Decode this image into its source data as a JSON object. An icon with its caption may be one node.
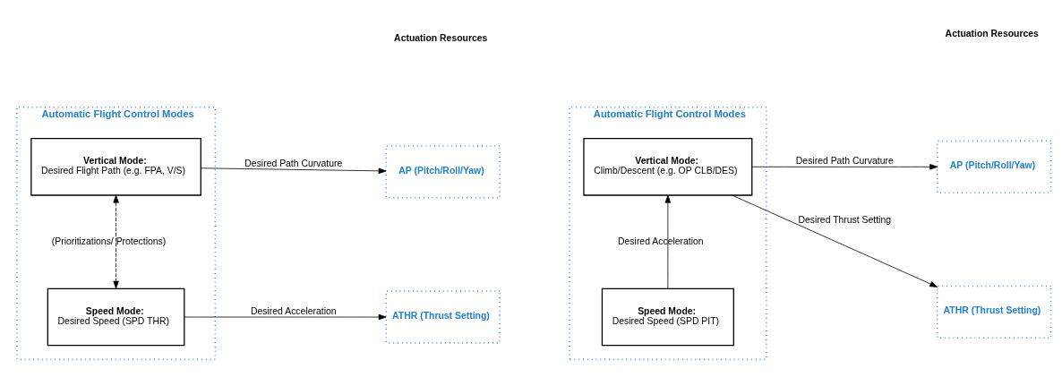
{
  "diagram": {
    "nodes": [
      {
        "text": [
          "Automatic Flight Control Modes"
        ]
      },
      {
        "text": [
          "Vertical Mode:",
          "Desired Flight Path (e.g. FPA, V/S)"
        ],
        "in": 0
      },
      {
        "text": [
          "Speed Mode:",
          "Desired Speed (SPD THR)"
        ],
        "in": 0
      },
      {
        "text": [
          "AP (Pitch/Roll/Yaw)"
        ]
      },
      {
        "text": [
          "ATHR (Thrust Setting)"
        ]
      },
      {
        "text": [
          "Automatic Flight Control Modes"
        ]
      },
      {
        "text": [
          "Vertical Mode:",
          "Climb/Descent (e.g. OP CLB/DES)"
        ],
        "in": 5
      },
      {
        "text": [
          "Speed Mode:",
          "Desired Speed (SPD PIT)"
        ],
        "in": 5
      },
      {
        "text": [
          "AP (Pitch/Roll/Yaw)"
        ]
      },
      {
        "text": [
          "ATHR (Thrust Setting)"
        ]
      }
    ],
    "edges": [
      {
        "from": 1,
        "to": 3,
        "arrow": "to",
        "label": "Desired Path Curvature"
      },
      {
        "from": 1,
        "to": 2,
        "arrow": "both",
        "style": "dashed",
        "label": "(Prioritizations/ Protections)"
      },
      {
        "from": 2,
        "to": 4,
        "arrow": "to",
        "label": "Desired Acceleration"
      },
      {
        "from": 6,
        "to": 8,
        "arrow": "to",
        "label": "Desired Path Curvature"
      },
      {
        "from": 7,
        "to": 6,
        "arrow": "to",
        "label": "Desired Acceleration"
      },
      {
        "from": 6,
        "to": 9,
        "arrow": "to",
        "label": "Desired Thrust Setting"
      }
    ],
    "labels": [
      "Actuation Resources",
      "Actuation Resources"
    ]
  }
}
